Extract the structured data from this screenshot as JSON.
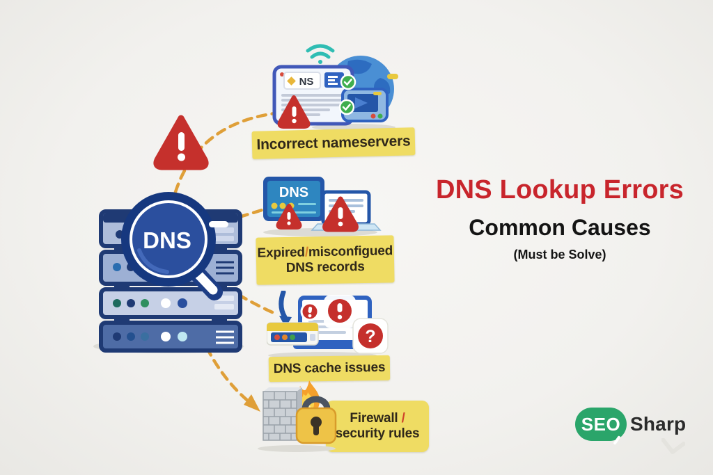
{
  "title": {
    "heading": "DNS Lookup Errors",
    "subheading": "Common Causes",
    "note": "(Must be Solve)"
  },
  "server": {
    "magnifier_label": "DNS"
  },
  "causes": [
    {
      "id": "incorrect-nameservers",
      "label": "Incorrect nameservers",
      "badge": "NS"
    },
    {
      "id": "expired-misconfigured-dns-records",
      "label_pre": "Expired",
      "label_slash": "/",
      "label_post": "misconfigued",
      "label_line2": "DNS records",
      "monitor_text": "DNS"
    },
    {
      "id": "dns-cache-issues",
      "label": "DNS cache issues",
      "question_mark": "?"
    },
    {
      "id": "firewall-security-rules",
      "label_pre": "Firewall",
      "label_slash": " /",
      "label_line2": "security rules"
    }
  ],
  "logo": {
    "badge": "SEO",
    "name": "Sharp"
  },
  "colors": {
    "background": "#f2f1ee",
    "accent_red": "#c8252c",
    "warning_red": "#c5302c",
    "highlight_yellow": "#efdc63",
    "arrow_orange": "#df9f38",
    "navy": "#24407c",
    "brand_green": "#2aa56a",
    "teal": "#2fbdb3"
  }
}
